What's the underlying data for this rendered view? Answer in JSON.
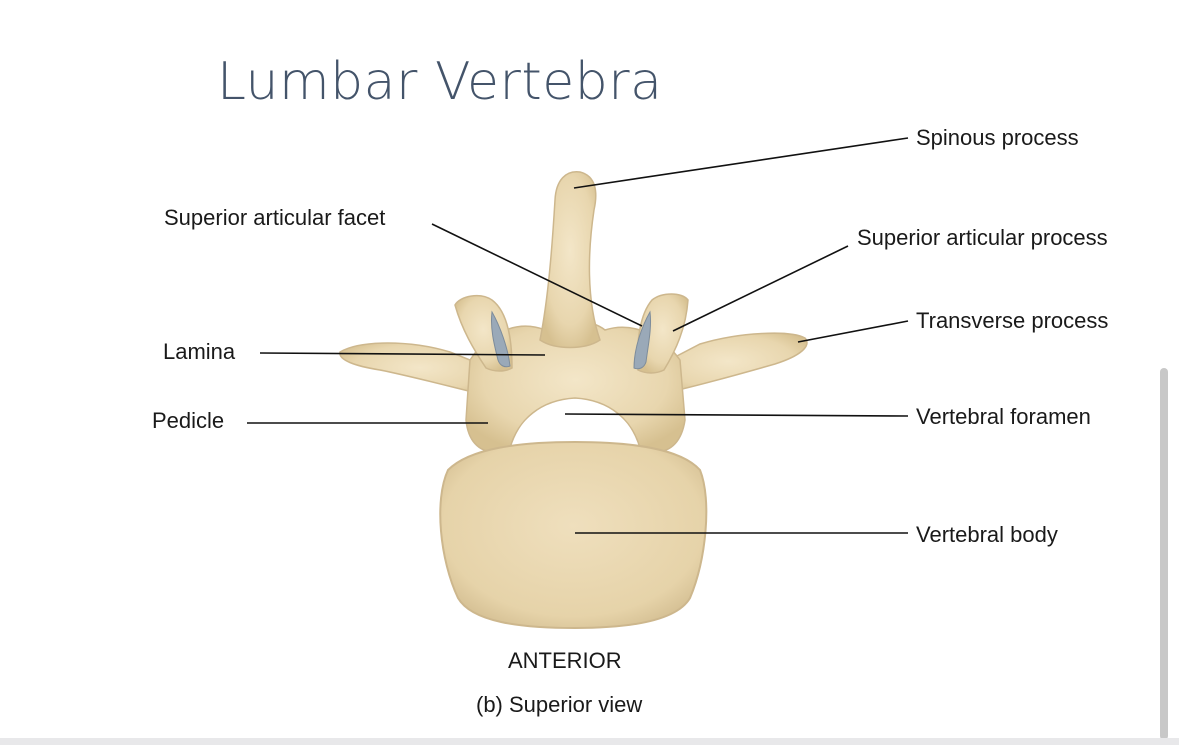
{
  "slide": {
    "title": "Lumbar Vertebra"
  },
  "diagram": {
    "labels": {
      "spinous_process": "Spinous process",
      "superior_articular_facet": "Superior articular facet",
      "superior_articular_process": "Superior articular process",
      "transverse_process": "Transverse process",
      "lamina": "Lamina",
      "pedicle": "Pedicle",
      "vertebral_foramen": "Vertebral foramen",
      "vertebral_body": "Vertebral body"
    },
    "orientation_label": "ANTERIOR",
    "caption": "(b) Superior view"
  },
  "colors": {
    "title": "#44546a",
    "bone": "#ead9b4",
    "bone_shadow": "#cdb78d",
    "facet": "#9aa9b8",
    "leader_line": "#111111"
  }
}
